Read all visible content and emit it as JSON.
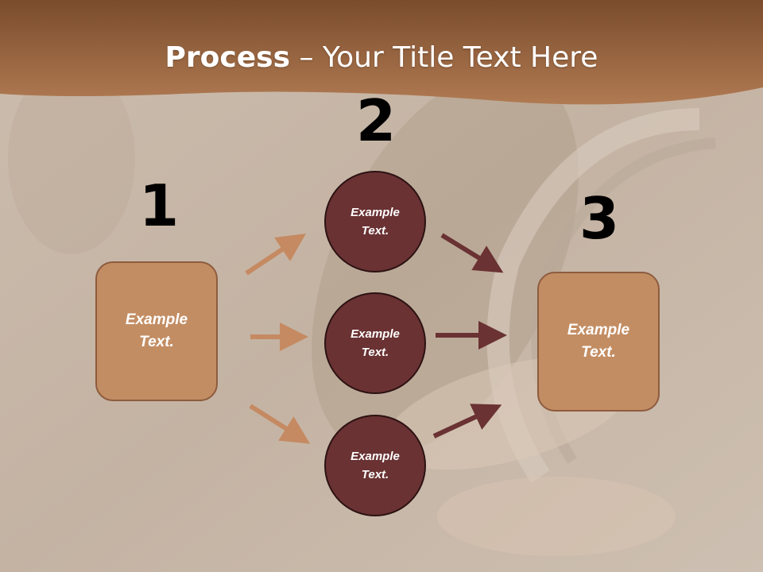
{
  "title": {
    "bold": "Process",
    "rest": " – Your Title Text Here"
  },
  "steps": [
    {
      "number": "1",
      "text": "Example Text."
    },
    {
      "number": "2",
      "text": "Example Text."
    },
    {
      "number": "3",
      "text": "Example Text."
    }
  ],
  "circles": [
    {
      "text": "Example Text."
    },
    {
      "text": "Example Text."
    },
    {
      "text": "Example Text."
    }
  ],
  "colors": {
    "banner": "#a06a45",
    "box_fill": "#c38d63",
    "circle_fill": "#6a3233",
    "arrow_light": "#c58a62",
    "arrow_dark": "#6a3233"
  }
}
